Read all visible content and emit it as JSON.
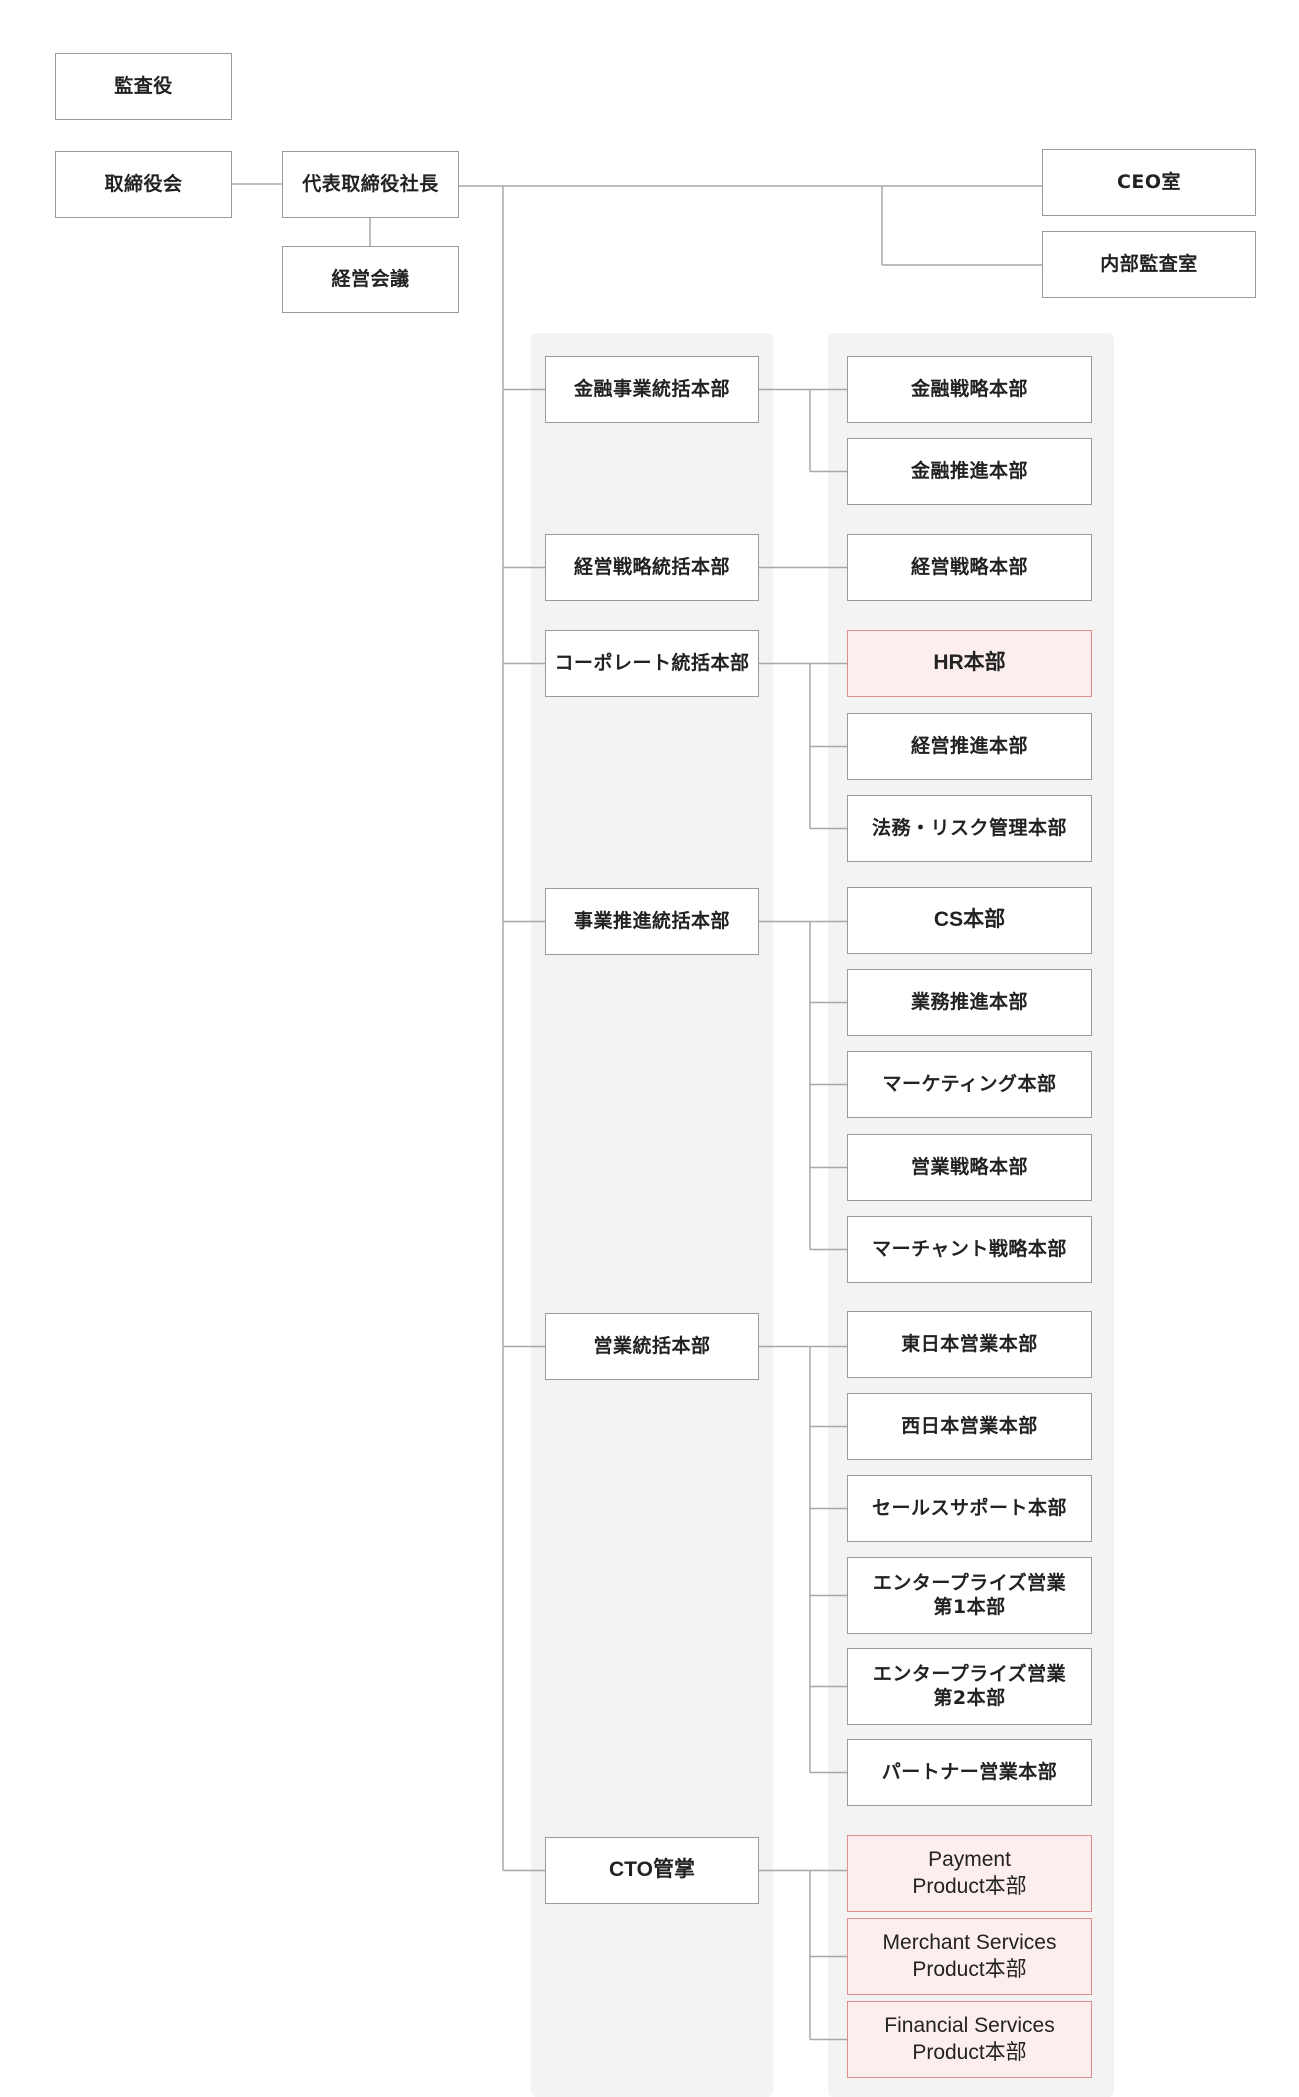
{
  "top": {
    "audit": "監査役",
    "board": "取締役会",
    "ceo": "代表取締役社長",
    "meeting": "経営会議",
    "ceo_office": "CEO室",
    "internal_audit": "内部監査室"
  },
  "groups": [
    {
      "label": "金融事業統括本部",
      "children": [
        {
          "label": "金融戦略本部",
          "highlight": false
        },
        {
          "label": "金融推進本部",
          "highlight": false
        }
      ]
    },
    {
      "label": "経営戦略統括本部",
      "children": [
        {
          "label": "経営戦略本部",
          "highlight": false
        }
      ]
    },
    {
      "label": "コーポレート統括本部",
      "children": [
        {
          "label": "HR本部",
          "highlight": true
        },
        {
          "label": "経営推進本部",
          "highlight": false
        },
        {
          "label": "法務・リスク管理本部",
          "highlight": false
        }
      ]
    },
    {
      "label": "事業推進統括本部",
      "children": [
        {
          "label": "CS本部",
          "highlight": false
        },
        {
          "label": "業務推進本部",
          "highlight": false
        },
        {
          "label": "マーケティング本部",
          "highlight": false
        },
        {
          "label": "営業戦略本部",
          "highlight": false
        },
        {
          "label": "マーチャント戦略本部",
          "highlight": false
        }
      ]
    },
    {
      "label": "営業統括本部",
      "children": [
        {
          "label": "東日本営業本部",
          "highlight": false
        },
        {
          "label": "西日本営業本部",
          "highlight": false
        },
        {
          "label": "セールスサポート本部",
          "highlight": false
        },
        {
          "label": "エンタープライズ営業\n第1本部",
          "highlight": false
        },
        {
          "label": "エンタープライズ営業\n第2本部",
          "highlight": false
        },
        {
          "label": "パートナー営業本部",
          "highlight": false
        }
      ]
    },
    {
      "label": "CTO管掌",
      "children": [
        {
          "label": "Payment\nProduct本部",
          "highlight": true
        },
        {
          "label": "Merchant Services\nProduct本部",
          "highlight": true
        },
        {
          "label": "Financial Services\nProduct本部",
          "highlight": true
        }
      ]
    }
  ],
  "colors": {
    "highlight_fill": "#fdeeee",
    "highlight_border": "#e28d8d",
    "panel": "#f3f3f3",
    "line": "#a8a8a8"
  }
}
